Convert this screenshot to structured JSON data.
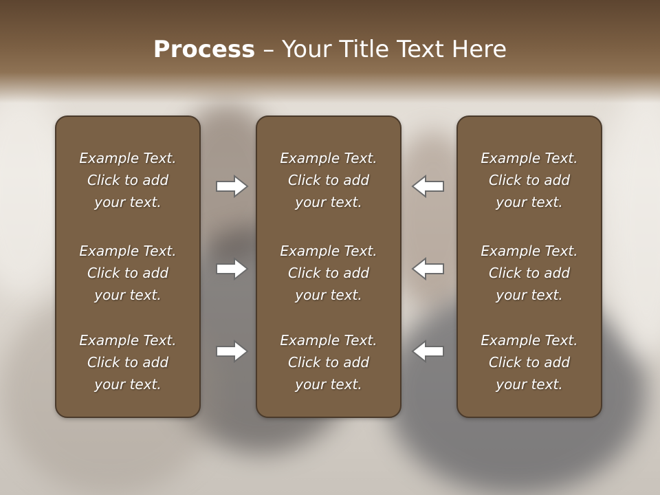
{
  "title": {
    "bold": "Process",
    "dash": "–",
    "rest": "Your Title Text Here"
  },
  "panels": [
    {
      "items": [
        {
          "line1": "Example Text.",
          "line2": "Click  to add",
          "line3": "your text."
        },
        {
          "line1": "Example Text.",
          "line2": "Click  to add",
          "line3": "your text."
        },
        {
          "line1": "Example Text.",
          "line2": "Click  to add",
          "line3": "your text."
        }
      ]
    },
    {
      "items": [
        {
          "line1": "Example Text.",
          "line2": "Click  to add",
          "line3": "your text."
        },
        {
          "line1": "Example Text.",
          "line2": "Click  to add",
          "line3": "your text."
        },
        {
          "line1": "Example Text.",
          "line2": "Click  to add",
          "line3": "your text."
        }
      ]
    },
    {
      "items": [
        {
          "line1": "Example Text.",
          "line2": "Click  to add",
          "line3": "your text."
        },
        {
          "line1": "Example Text.",
          "line2": "Click  to add",
          "line3": "your text."
        },
        {
          "line1": "Example Text.",
          "line2": "Click  to add",
          "line3": "your text."
        }
      ]
    }
  ],
  "arrows": {
    "left_column": "arrow-right-icon",
    "right_column": "arrow-left-icon"
  },
  "colors": {
    "header": "#7b5f43",
    "panel": "#7a6146",
    "panel_border": "#4a3a2b",
    "text": "#ffffff"
  }
}
